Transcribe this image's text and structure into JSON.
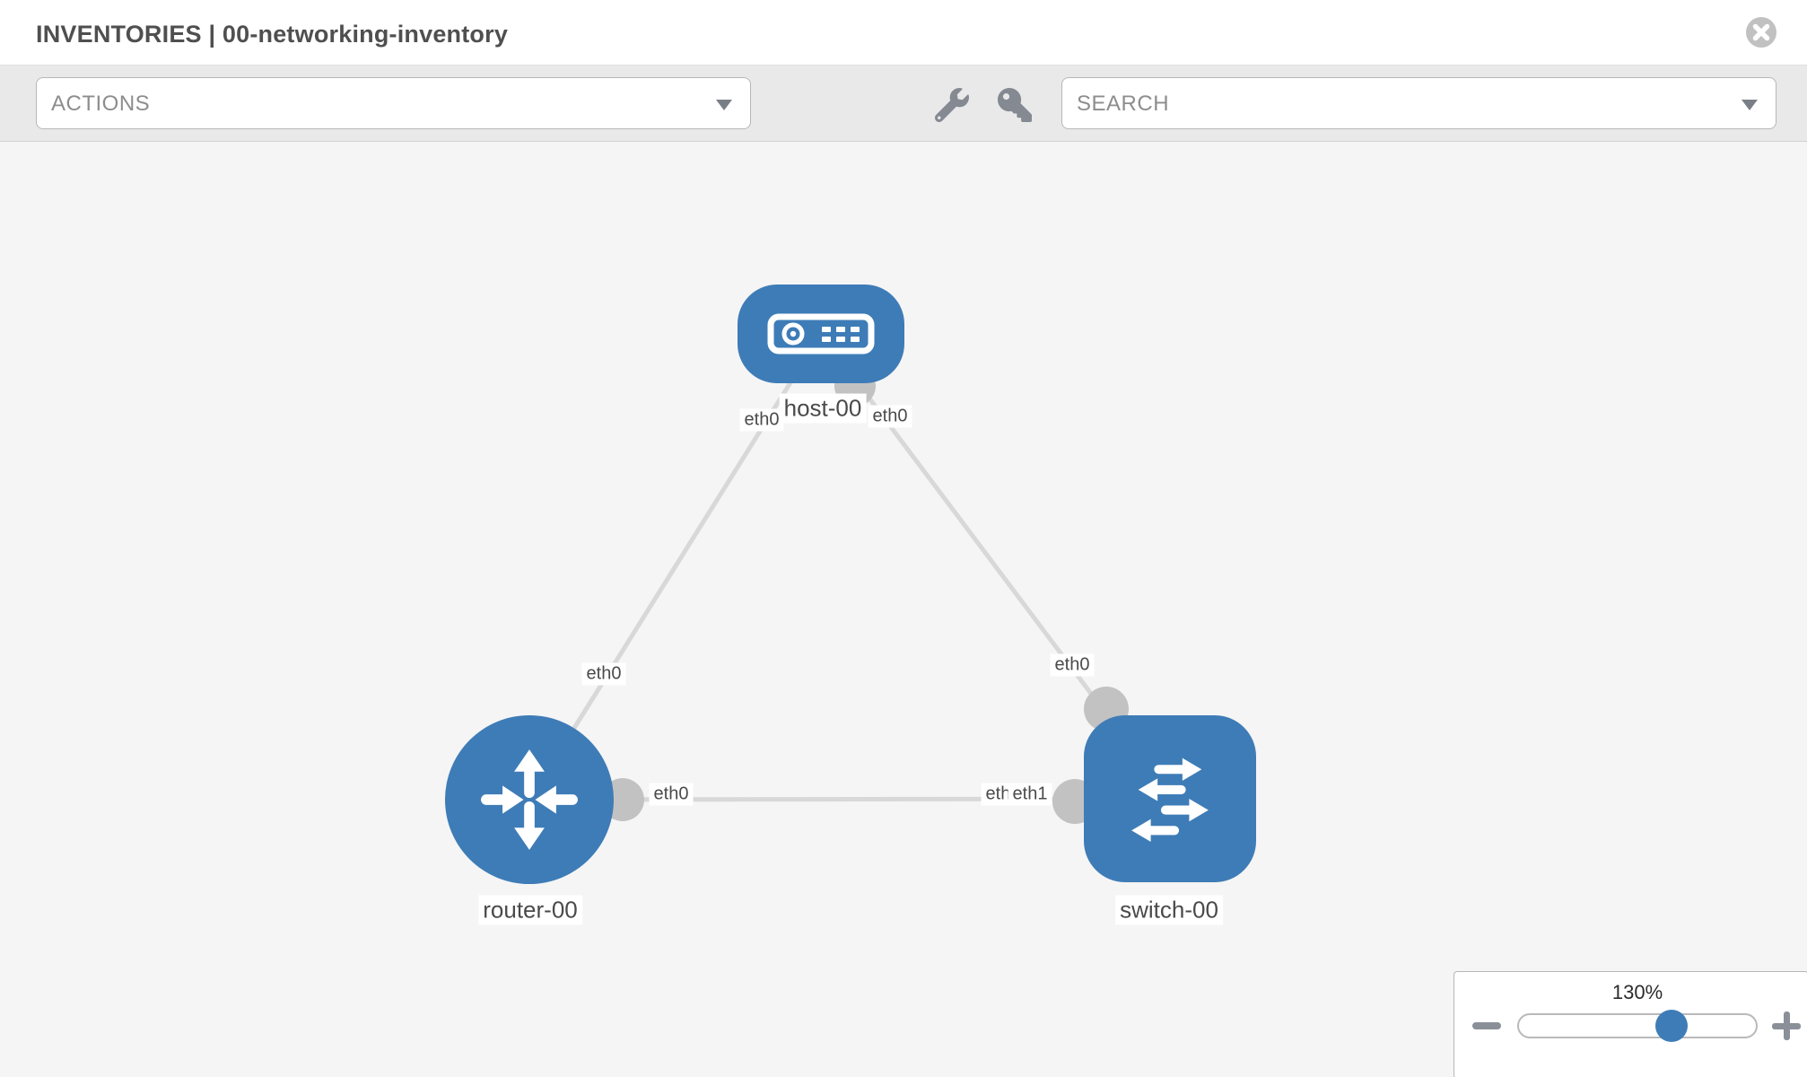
{
  "header": {
    "title": "INVENTORIES | 00-networking-inventory"
  },
  "toolbar": {
    "actions_label": "ACTIONS",
    "search_placeholder": "SEARCH"
  },
  "topology": {
    "nodes": [
      {
        "id": "host-00",
        "type": "host",
        "label": "host-00"
      },
      {
        "id": "router-00",
        "type": "router",
        "label": "router-00"
      },
      {
        "id": "switch-00",
        "type": "switch",
        "label": "switch-00"
      }
    ],
    "links": [
      {
        "from": "host-00",
        "to": "router-00",
        "from_interface": "eth0",
        "to_interface": "eth0"
      },
      {
        "from": "host-00",
        "to": "switch-00",
        "from_interface": "eth0",
        "to_interface": "eth0"
      },
      {
        "from": "router-00",
        "to": "switch-00",
        "from_interface": "eth0",
        "to_interface": "eth1"
      }
    ],
    "port_labels": [
      {
        "text": "eth0",
        "near": "host-00 left"
      },
      {
        "text": "eth0",
        "near": "host-00 right"
      },
      {
        "text": "eth0",
        "near": "router-00 top"
      },
      {
        "text": "eth0",
        "near": "switch-00 top"
      },
      {
        "text": "eth0",
        "near": "router-00 right"
      },
      {
        "text": "eth0",
        "near": "switch-00 left (partially covered)"
      },
      {
        "text": "eth1",
        "near": "switch-00 left"
      }
    ]
  },
  "zoom_control": {
    "level": "130%"
  },
  "colors": {
    "node_blue": "#3e7cb7",
    "link_gray": "#d8d8d8",
    "endpoint_gray": "#c2c2c2",
    "canvas_bg": "#f5f5f5",
    "toolbar_bg": "#e9e9e9",
    "control_border": "#b7b7b7",
    "title_text": "#4f4f4f",
    "placeholder_text": "#8d8d8d",
    "icon_gray": "#848992"
  }
}
